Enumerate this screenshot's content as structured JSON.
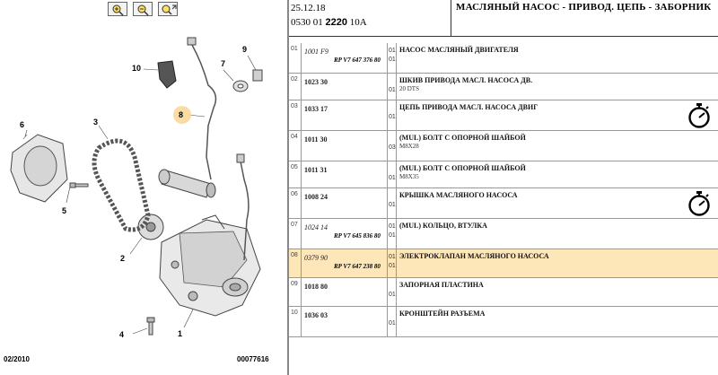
{
  "diagram": {
    "callouts": [
      "1",
      "2",
      "3",
      "4",
      "5",
      "6",
      "7",
      "8",
      "9",
      "10"
    ],
    "footer_date": "02/2010",
    "footer_ref": "00077616",
    "zoom_in_icon": "zoom-in-icon",
    "zoom_out_icon": "zoom-out-icon",
    "zoom_fit_icon": "zoom-fit-icon"
  },
  "header": {
    "date": "25.12.18",
    "code_prefix": "0530 01 ",
    "code_bold": "2220",
    "code_suffix": " 10A",
    "title": "МАСЛЯНЫЙ НАСОС - ПРИВОД. ЦЕПЬ - ЗАБОРНИК"
  },
  "rows": [
    {
      "pos": "01",
      "ref": "1001 F9",
      "ref_italic": true,
      "rp": "RP V7 647 376 80",
      "qty": [
        "01",
        "01"
      ],
      "desc": "НАСОС МАСЛЯНЫЙ ДВИГАТЕЛЯ",
      "sub": "",
      "timer": false,
      "highlight": false
    },
    {
      "pos": "02",
      "ref": "1023 30",
      "ref_italic": false,
      "rp": "",
      "qty": [
        "01"
      ],
      "desc": "ШКИВ ПРИВОДА МАСЛ. НАСОСА ДВ.",
      "sub": "20 DTS",
      "timer": false,
      "highlight": false
    },
    {
      "pos": "03",
      "ref": "1033 17",
      "ref_italic": false,
      "rp": "",
      "qty": [
        "01"
      ],
      "desc": "ЦЕПЬ ПРИВОДА МАСЛ. НАСОСА ДВИГ",
      "sub": "",
      "timer": true,
      "highlight": false
    },
    {
      "pos": "04",
      "ref": "1011 30",
      "ref_italic": false,
      "rp": "",
      "qty": [
        "03"
      ],
      "desc": "(MUL) БОЛТ С ОПОРНОЙ ШАЙБОЙ",
      "sub": "M8X28",
      "timer": false,
      "highlight": false
    },
    {
      "pos": "05",
      "ref": "1011 31",
      "ref_italic": false,
      "rp": "",
      "qty": [
        "01"
      ],
      "desc": "(MUL) БОЛТ С ОПОРНОЙ ШАЙБОЙ",
      "sub": "M8X35",
      "timer": false,
      "highlight": false
    },
    {
      "pos": "06",
      "ref": "1008 24",
      "ref_italic": false,
      "rp": "",
      "qty": [
        "01"
      ],
      "desc": "КРЫШКА МАСЛЯНОГО НАСОСА",
      "sub": "",
      "timer": true,
      "highlight": false
    },
    {
      "pos": "07",
      "ref": "1024 14",
      "ref_italic": true,
      "rp": "RP V7 645 836 80",
      "qty": [
        "01",
        "01"
      ],
      "desc": "(MUL) КОЛЬЦО, ВТУЛКА",
      "sub": "",
      "timer": false,
      "highlight": false
    },
    {
      "pos": "08",
      "ref": "0379 90",
      "ref_italic": true,
      "rp": "RP V7 647 238 80",
      "qty": [
        "01",
        "01"
      ],
      "desc": "ЭЛЕКТРОКЛАПАН МАСЛЯНОГО НАСОСА",
      "sub": "",
      "timer": false,
      "highlight": true
    },
    {
      "pos": "09",
      "ref": "1018 80",
      "ref_italic": false,
      "rp": "",
      "qty": [
        "01"
      ],
      "desc": "ЗАПОРНАЯ ПЛАСТИНА",
      "sub": "",
      "timer": false,
      "highlight": false
    },
    {
      "pos": "10",
      "ref": "1036 03",
      "ref_italic": false,
      "rp": "",
      "qty": [
        "01"
      ],
      "desc": "КРОНШТЕЙН РАЗЪЕМА",
      "sub": "",
      "timer": false,
      "highlight": false
    }
  ]
}
